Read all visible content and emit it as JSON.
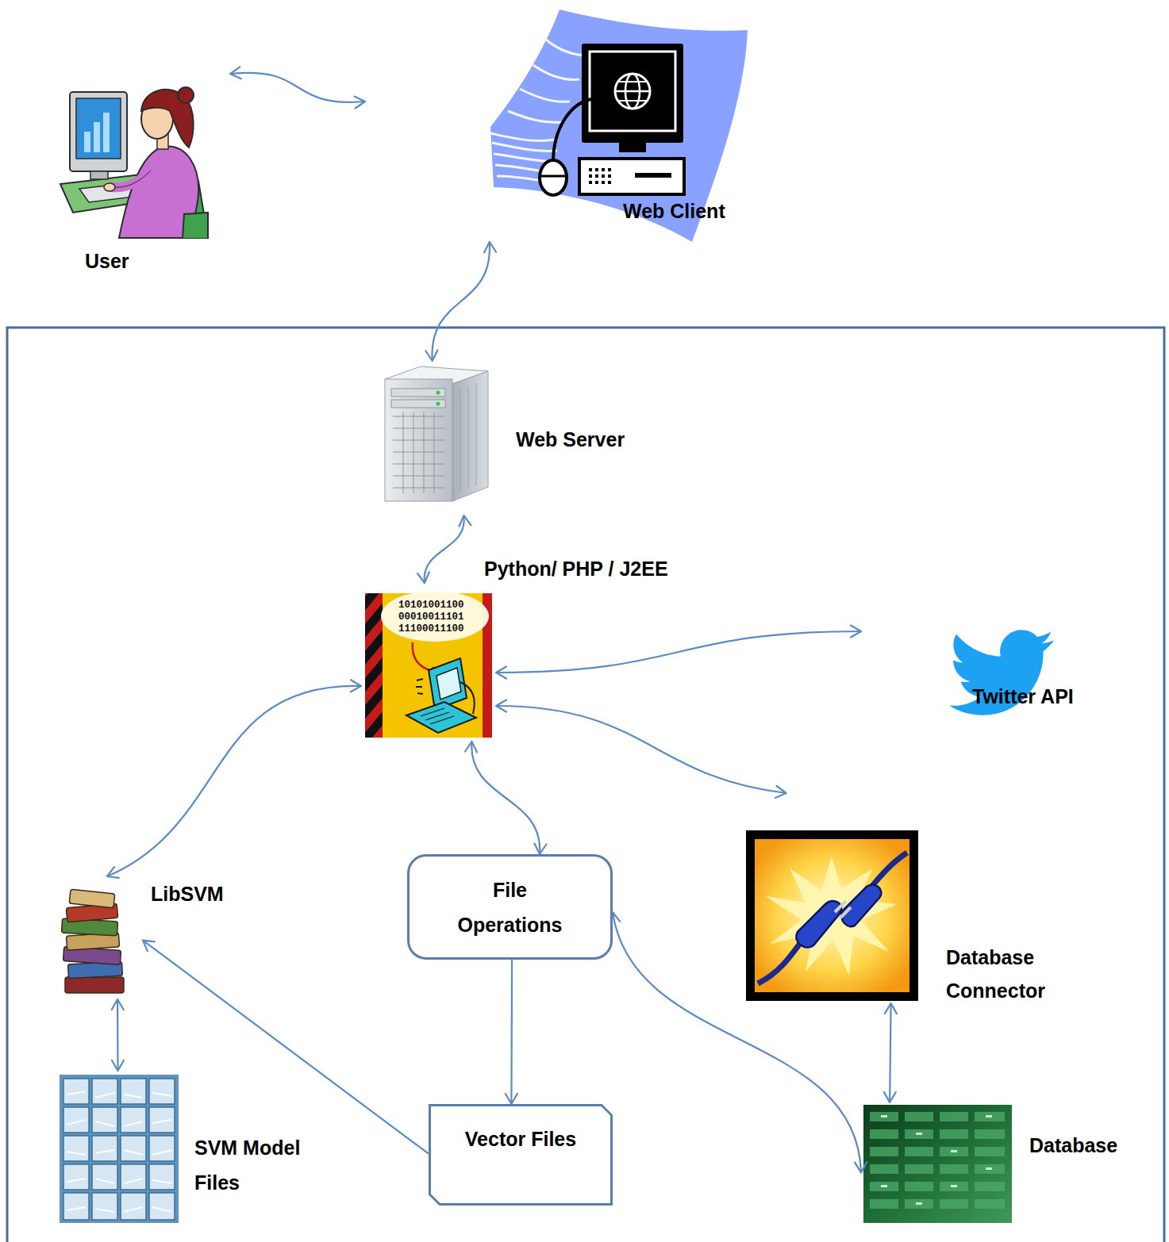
{
  "diagram": {
    "nodes": [
      {
        "text": [
          "User"
        ]
      },
      {
        "text": [
          "Web Client"
        ]
      },
      {
        "text": [
          "Web Server"
        ]
      },
      {
        "text": [
          "Python/ PHP / J2EE"
        ]
      },
      {
        "text": [
          "Twitter API"
        ]
      },
      {
        "text": [
          "LibSVM"
        ]
      },
      {
        "text": [
          "File Operations"
        ]
      },
      {
        "text": [
          "Database Connector"
        ]
      },
      {
        "text": [
          "SVM Model Files"
        ]
      },
      {
        "text": [
          "Vector Files"
        ]
      },
      {
        "text": [
          "Database"
        ]
      }
    ],
    "edges": [
      {
        "from": 0,
        "to": 1,
        "arrow": "both"
      },
      {
        "from": 1,
        "to": 2,
        "arrow": "both"
      },
      {
        "from": 2,
        "to": 3,
        "arrow": "both"
      },
      {
        "from": 3,
        "to": 4,
        "arrow": "both"
      },
      {
        "from": 3,
        "to": 5,
        "arrow": "both"
      },
      {
        "from": 3,
        "to": 6,
        "arrow": "both"
      },
      {
        "from": 3,
        "to": 7,
        "arrow": "both"
      },
      {
        "from": 6,
        "to": 9,
        "arrow": "to"
      },
      {
        "from": 9,
        "to": 5,
        "arrow": "to"
      },
      {
        "from": 5,
        "to": 8,
        "arrow": "both"
      },
      {
        "from": 6,
        "to": 10,
        "arrow": "both"
      },
      {
        "from": 7,
        "to": 10,
        "arrow": "both"
      }
    ],
    "labels": [
      "10101001100",
      "00010011101",
      "11100011100"
    ]
  }
}
